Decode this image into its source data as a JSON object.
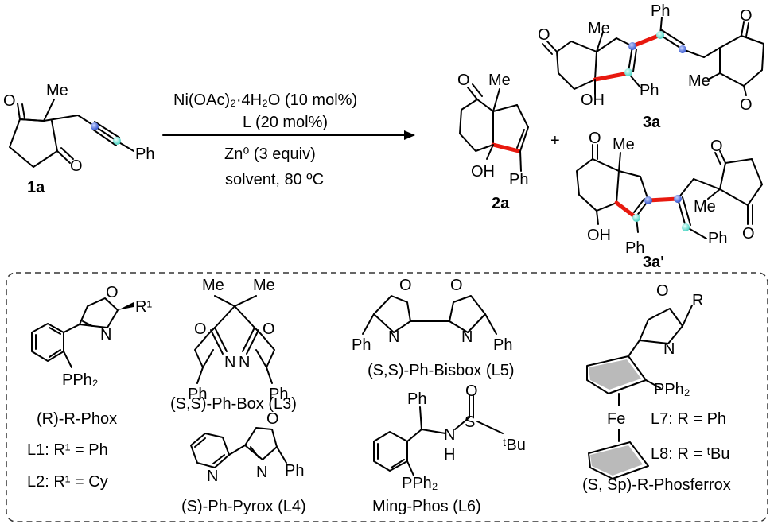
{
  "reaction": {
    "reactant_label": "1a",
    "conditions": {
      "line1": "Ni(OAc)₂·4H₂O (10 mol%)",
      "line2": "L (20 mol%)",
      "line3": "Zn⁰ (3 equiv)",
      "line4": "solvent, 80 ºC"
    },
    "product_labels": [
      "2a",
      "3a",
      "3a'"
    ],
    "plus": "+"
  },
  "atoms": {
    "O": "O",
    "Me": "Me",
    "Ph": "Ph",
    "OH": "OH",
    "N": "N",
    "Fe": "Fe",
    "PPh2": "PPh₂",
    "R1": "R¹",
    "R": "R",
    "tBu": "ᵗBu",
    "S": "S",
    "H": "H"
  },
  "ligands": {
    "phox": {
      "name": "(R)-R-Phox",
      "L1": "L1: R¹ = Ph",
      "L2": "L2: R¹ = Cy"
    },
    "box": "(S,S)-Ph-Box (L3)",
    "pyrox": "(S)-Ph-Pyrox (L4)",
    "bisbox": "(S,S)-Ph-Bisbox (L5)",
    "mingphos": "Ming-Phos (L6)",
    "phosferrox": {
      "name": "(S, Sp)-R-Phosferrox",
      "L7": "L7: R = Ph",
      "L8": "L8: R = ᵗBu"
    }
  },
  "colors": {
    "highlight_bond": "#e8190f",
    "blue_atom": "#4a6fd6",
    "cyan_atom": "#6fe0d6",
    "box_border": "#333333"
  }
}
